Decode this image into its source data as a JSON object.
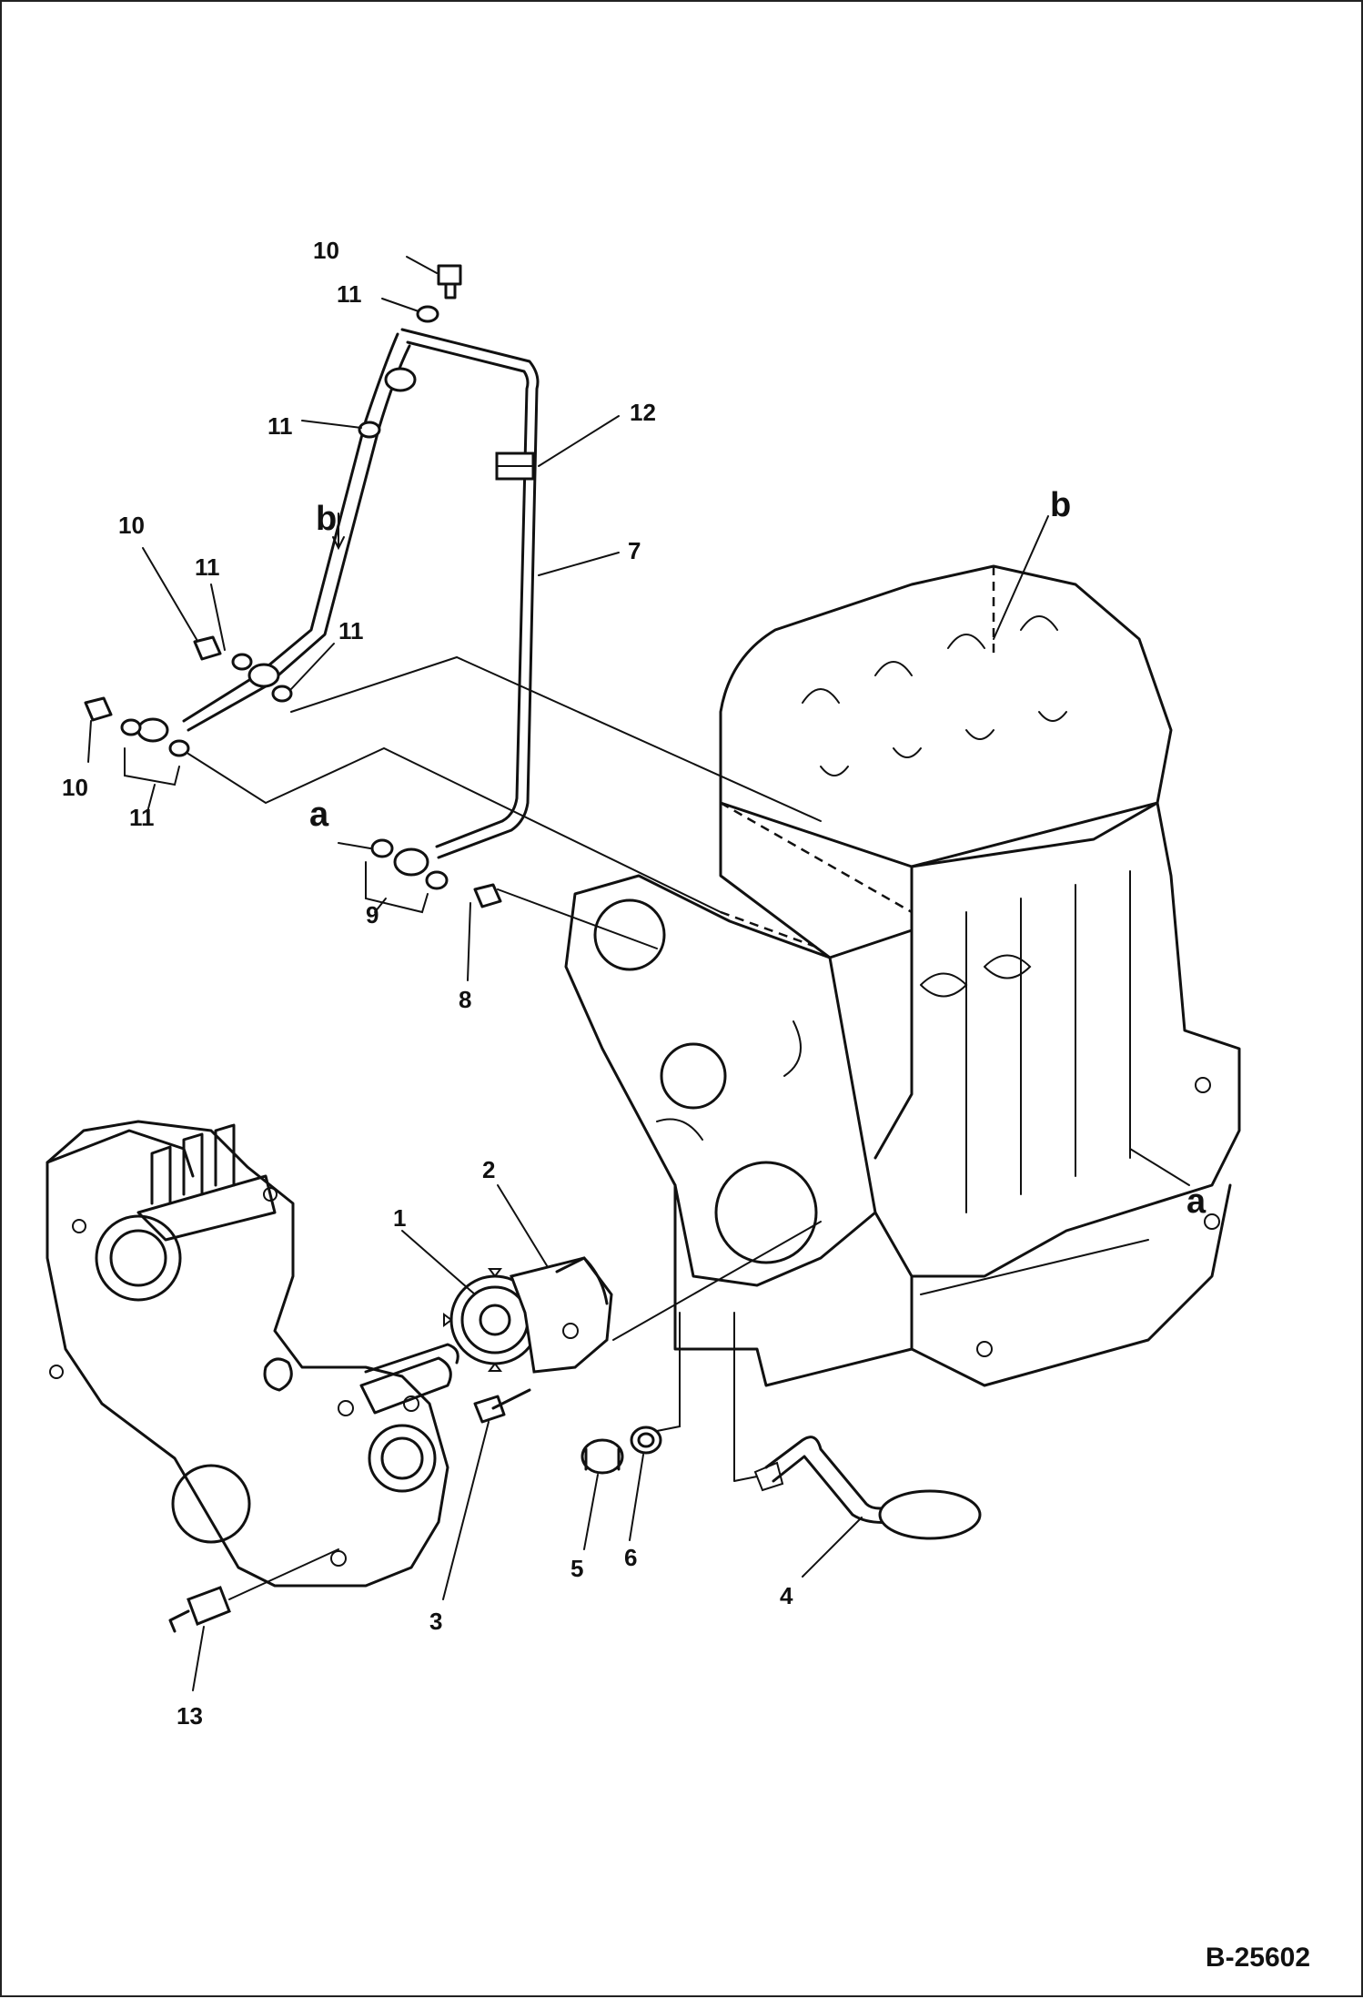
{
  "document_number": "B-25602",
  "callouts": {
    "p1": "1",
    "p2": "2",
    "p3": "3",
    "p4": "4",
    "p5": "5",
    "p6": "6",
    "p7": "7",
    "p8": "8",
    "p9": "9",
    "p10": "10",
    "p11": "11",
    "p12": "12",
    "p13": "13"
  },
  "connectors": {
    "a": "a",
    "b": "b"
  },
  "colors": {
    "line": "#111111",
    "background": "#ffffff"
  }
}
